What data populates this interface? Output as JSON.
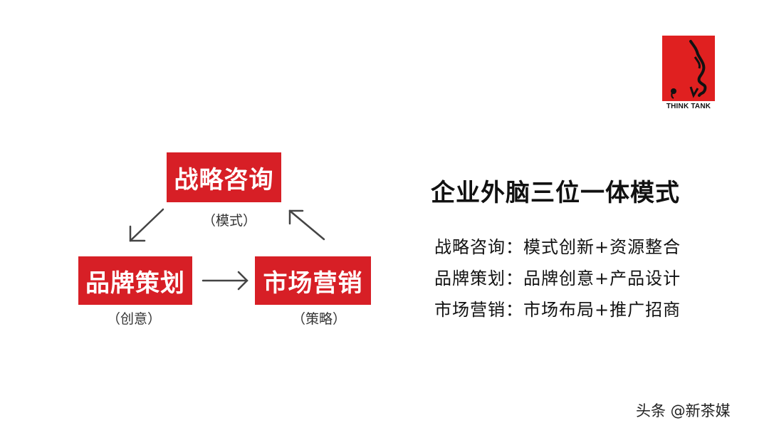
{
  "logo": {
    "icon": "think-tank-figure-icon",
    "text": "THINK TANK",
    "color": "#e02020"
  },
  "diagram": {
    "box_color": "#d71f26",
    "nodes": [
      {
        "label": "战略咨询",
        "sub": "（模式）"
      },
      {
        "label": "品牌策划",
        "sub": "（创意）"
      },
      {
        "label": "市场营销",
        "sub": "（策略）"
      }
    ],
    "arrows": [
      {
        "from": "战略咨询",
        "to": "品牌策划"
      },
      {
        "from": "品牌策划",
        "to": "市场营销"
      },
      {
        "from": "市场营销",
        "to": "战略咨询"
      }
    ]
  },
  "panel": {
    "title": "企业外脑三位一体模式",
    "lines": [
      "战略咨询：模式创新+资源整合",
      "品牌策划：品牌创意+产品设计",
      "市场营销：市场布局+推广招商"
    ]
  },
  "watermark": "头条 @新茶媒"
}
